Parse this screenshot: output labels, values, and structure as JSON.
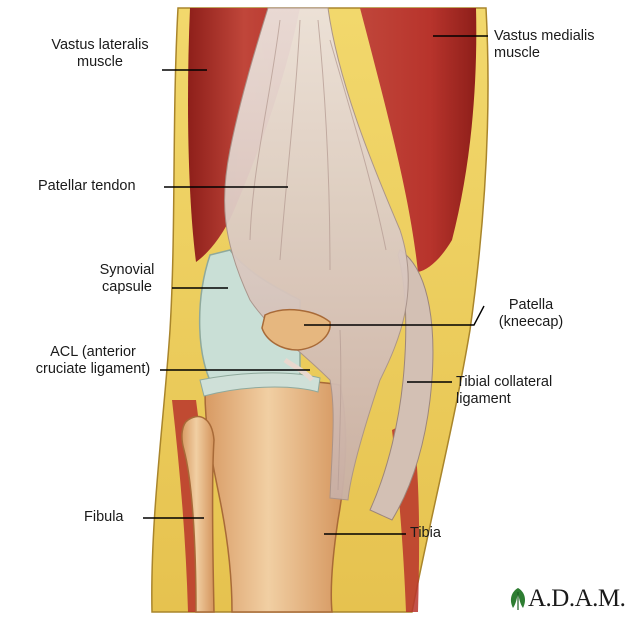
{
  "labels": {
    "vastus_lateralis": [
      "Vastus lateralis",
      "muscle"
    ],
    "vastus_medialis": [
      "Vastus medialis",
      "muscle"
    ],
    "patellar_tendon": "Patellar tendon",
    "synovial_capsule": [
      "Synovial",
      "capsule"
    ],
    "acl": [
      "ACL (anterior",
      "cruciate ligament)"
    ],
    "patella": [
      "Patella",
      "(kneecap)"
    ],
    "tibial_collateral": [
      "Tibial collateral",
      "ligament"
    ],
    "fibula": "Fibula",
    "tibia": "Tibia"
  },
  "logo": {
    "text": "A.D.A.M.",
    "icon": "adam-leaf-icon"
  },
  "colors": {
    "muscle": "#b8342c",
    "muscle_dark": "#8e1f1a",
    "tendon": "#d9c7bf",
    "bone": "#e4b585",
    "fat": "#f0d264",
    "synovial": "#c9dfd6",
    "leaf": "#2e7d32"
  }
}
